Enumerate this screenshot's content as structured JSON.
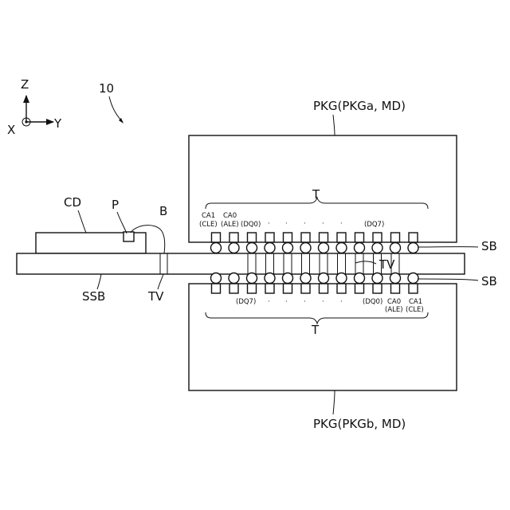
{
  "figure_number": "10",
  "axes": {
    "z": "Z",
    "x": "X",
    "y": "Y"
  },
  "labels": {
    "pkg_top": "PKG(PKGa, MD)",
    "pkg_bottom": "PKG(PKGb, MD)",
    "terminal_top": "T",
    "terminal_bottom": "T",
    "controller": "CD",
    "pad": "P",
    "bond_wire": "B",
    "substrate": "SSB",
    "via_left": "TV",
    "via_right": "TV",
    "solder_top": "SB",
    "solder_bottom": "SB"
  },
  "pins_top": [
    {
      "line1": "CA1",
      "line2": "(CLE)"
    },
    {
      "line1": "CA0",
      "line2": "(ALE)"
    },
    {
      "line1": "",
      "line2": "(DQ0)"
    },
    {
      "line1": "",
      "line2": "(DQ7)"
    }
  ],
  "pins_bottom": [
    {
      "line1": "",
      "line2": "(DQ7)"
    },
    {
      "line1": "",
      "line2": "(DQ0)"
    },
    {
      "line1": "CA0",
      "line2": "(ALE)"
    },
    {
      "line1": "CA1",
      "line2": "(CLE)"
    }
  ],
  "ellipsis_dot": "·",
  "terminal_count": 12
}
